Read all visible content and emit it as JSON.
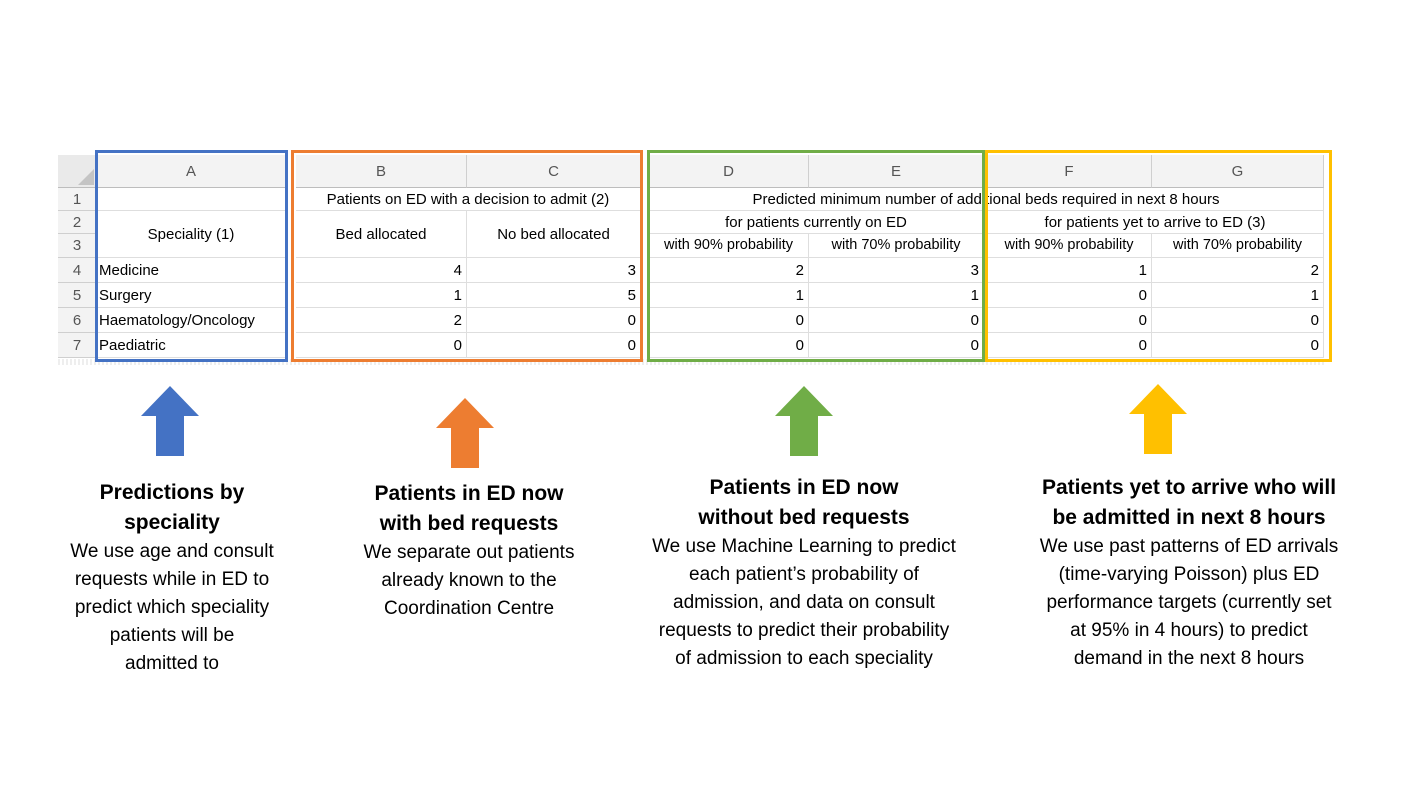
{
  "sheet": {
    "columns": [
      "A",
      "B",
      "C",
      "D",
      "E",
      "F",
      "G"
    ],
    "row_numbers": [
      "1",
      "2",
      "3",
      "4",
      "5",
      "6",
      "7"
    ],
    "headers": {
      "b1": "Patients on ED with a decision to admit (2)",
      "d1": "Predicted minimum number of additional beds required in next 8 hours",
      "d2": "for patients currently on ED",
      "f2": "for patients yet to arrive to ED (3)",
      "a23": "Speciality (1)",
      "b23": "Bed allocated",
      "c23": "No bed allocated",
      "d3": "with 90% probability",
      "e3": "with 70% probability",
      "f3": "with 90% probability",
      "g3": "with 70% probability"
    },
    "rows": [
      {
        "speciality": "Medicine",
        "values": [
          "4",
          "3",
          "2",
          "3",
          "1",
          "2"
        ]
      },
      {
        "speciality": "Surgery",
        "values": [
          "1",
          "5",
          "1",
          "1",
          "0",
          "1"
        ]
      },
      {
        "speciality": "Haematology/Oncology",
        "values": [
          "2",
          "0",
          "0",
          "0",
          "0",
          "0"
        ]
      },
      {
        "speciality": "Paediatric",
        "values": [
          "0",
          "0",
          "0",
          "0",
          "0",
          "0"
        ]
      }
    ]
  },
  "colors": {
    "blue": "#4472c4",
    "orange": "#ed7d31",
    "green": "#70ad47",
    "yellow": "#ffc000"
  },
  "captions": [
    {
      "title_line1": "Predictions by",
      "title_line2": "speciality",
      "body": [
        "We use age and consult",
        "requests while in ED to",
        "predict which speciality",
        "patients will be",
        "admitted to"
      ]
    },
    {
      "title_line1": "Patients in ED now",
      "title_line2": "with bed requests",
      "body": [
        "We separate out patients",
        "already known to the",
        "Coordination Centre"
      ]
    },
    {
      "title_line1": "Patients in ED now",
      "title_line2": "without bed requests",
      "body": [
        "We use Machine Learning to predict",
        "each patient’s probability of",
        "admission, and data on consult",
        "requests to predict their probability",
        "of admission to each speciality"
      ]
    },
    {
      "title_line1": "Patients yet to arrive who will",
      "title_line2": "be admitted in next 8 hours",
      "body": [
        "We use past patterns of ED arrivals",
        "(time-varying Poisson) plus ED",
        "performance targets (currently set",
        "at 95% in 4 hours) to predict",
        "demand in the next 8 hours"
      ]
    }
  ]
}
